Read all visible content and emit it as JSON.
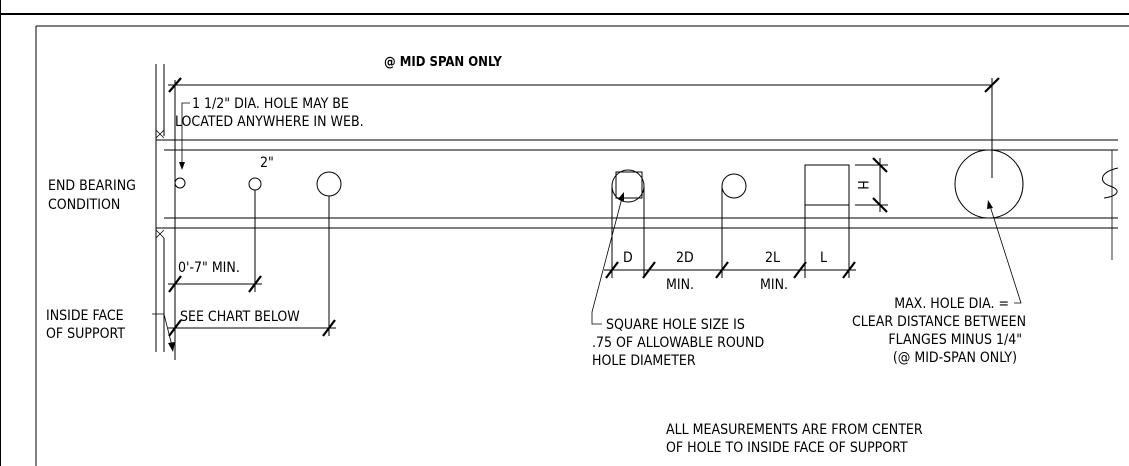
{
  "labels": {
    "mid_span_only": "@ MID SPAN ONLY",
    "hole_note_line1": "1 1/2\" DIA. HOLE MAY BE",
    "hole_note_line2": "LOCATED ANYWHERE IN WEB.",
    "dim_2in": "2\"",
    "end_bearing_line1": "END BEARING",
    "end_bearing_line2": "CONDITION",
    "min_7in": "0'-7\" MIN.",
    "inside_face_line1": "INSIDE FACE",
    "inside_face_line2": "OF SUPPORT",
    "see_chart_below": "SEE CHART BELOW",
    "dim_D": "D",
    "dim_2D": "2D",
    "min_1": "MIN.",
    "dim_2L": "2L",
    "dim_L": "L",
    "min_2": "MIN.",
    "dim_H": "H",
    "square_note_line1": "SQUARE HOLE SIZE IS",
    "square_note_line2": ".75 OF ALLOWABLE ROUND",
    "square_note_line3": "HOLE DIAMETER",
    "max_hole_line1": "MAX. HOLE DIA. =",
    "max_hole_line2": "CLEAR DISTANCE BETWEEN",
    "max_hole_line3": "FLANGES MINUS 1/4\"",
    "max_hole_line4": "(@ MID-SPAN ONLY)",
    "all_meas_line1": "ALL MEASUREMENTS ARE FROM CENTER",
    "all_meas_line2": "OF HOLE TO INSIDE FACE OF SUPPORT"
  }
}
